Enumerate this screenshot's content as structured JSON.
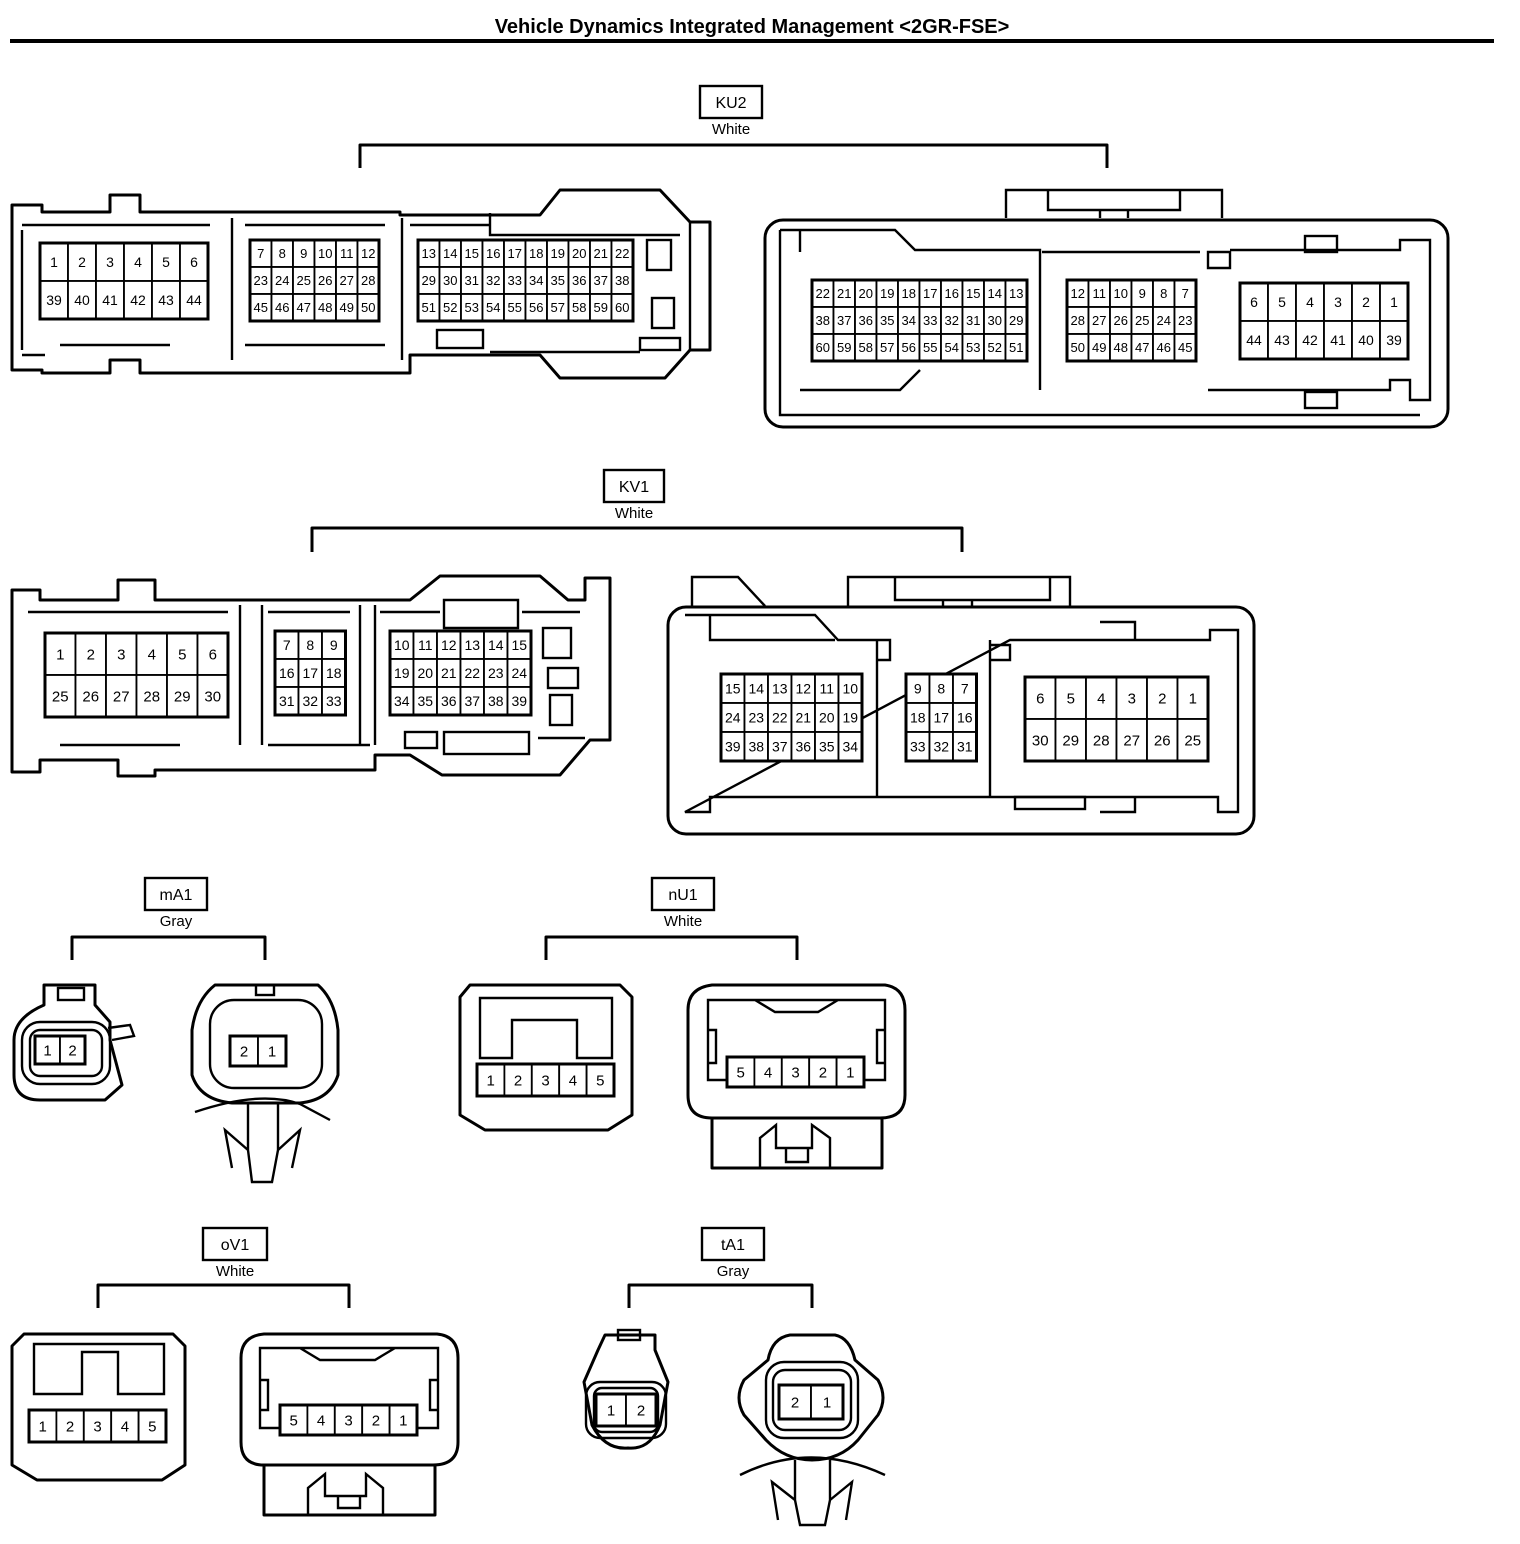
{
  "title": "Vehicle Dynamics Integrated Management <2GR-FSE>",
  "connectors": [
    {
      "code": "KU2",
      "color": "White",
      "left_view": {
        "blocks": [
          {
            "rows": [
              [
                "1",
                "2",
                "3",
                "4",
                "5",
                "6"
              ],
              [
                "39",
                "40",
                "41",
                "42",
                "43",
                "44"
              ]
            ]
          },
          {
            "rows": [
              [
                "7",
                "8",
                "9",
                "10",
                "11",
                "12"
              ],
              [
                "23",
                "24",
                "25",
                "26",
                "27",
                "28"
              ],
              [
                "45",
                "46",
                "47",
                "48",
                "49",
                "50"
              ]
            ]
          },
          {
            "rows": [
              [
                "13",
                "14",
                "15",
                "16",
                "17",
                "18",
                "19",
                "20",
                "21",
                "22"
              ],
              [
                "29",
                "30",
                "31",
                "32",
                "33",
                "34",
                "35",
                "36",
                "37",
                "38"
              ],
              [
                "51",
                "52",
                "53",
                "54",
                "55",
                "56",
                "57",
                "58",
                "59",
                "60"
              ]
            ]
          }
        ]
      },
      "right_view": {
        "blocks": [
          {
            "rows": [
              [
                "22",
                "21",
                "20",
                "19",
                "18",
                "17",
                "16",
                "15",
                "14",
                "13"
              ],
              [
                "38",
                "37",
                "36",
                "35",
                "34",
                "33",
                "32",
                "31",
                "30",
                "29"
              ],
              [
                "60",
                "59",
                "58",
                "57",
                "56",
                "55",
                "54",
                "53",
                "52",
                "51"
              ]
            ]
          },
          {
            "rows": [
              [
                "12",
                "11",
                "10",
                "9",
                "8",
                "7"
              ],
              [
                "28",
                "27",
                "26",
                "25",
                "24",
                "23"
              ],
              [
                "50",
                "49",
                "48",
                "47",
                "46",
                "45"
              ]
            ]
          },
          {
            "rows": [
              [
                "6",
                "5",
                "4",
                "3",
                "2",
                "1"
              ],
              [
                "44",
                "43",
                "42",
                "41",
                "40",
                "39"
              ]
            ]
          }
        ]
      }
    },
    {
      "code": "KV1",
      "color": "White",
      "left_view": {
        "blocks": [
          {
            "rows": [
              [
                "1",
                "2",
                "3",
                "4",
                "5",
                "6"
              ],
              [
                "25",
                "26",
                "27",
                "28",
                "29",
                "30"
              ]
            ]
          },
          {
            "rows": [
              [
                "7",
                "8",
                "9"
              ],
              [
                "16",
                "17",
                "18"
              ],
              [
                "31",
                "32",
                "33"
              ]
            ]
          },
          {
            "rows": [
              [
                "10",
                "11",
                "12",
                "13",
                "14",
                "15"
              ],
              [
                "19",
                "20",
                "21",
                "22",
                "23",
                "24"
              ],
              [
                "34",
                "35",
                "36",
                "37",
                "38",
                "39"
              ]
            ]
          }
        ]
      },
      "right_view": {
        "blocks": [
          {
            "rows": [
              [
                "15",
                "14",
                "13",
                "12",
                "11",
                "10"
              ],
              [
                "24",
                "23",
                "22",
                "21",
                "20",
                "19"
              ],
              [
                "39",
                "38",
                "37",
                "36",
                "35",
                "34"
              ]
            ]
          },
          {
            "rows": [
              [
                "9",
                "8",
                "7"
              ],
              [
                "18",
                "17",
                "16"
              ],
              [
                "33",
                "32",
                "31"
              ]
            ]
          },
          {
            "rows": [
              [
                "6",
                "5",
                "4",
                "3",
                "2",
                "1"
              ],
              [
                "30",
                "29",
                "28",
                "27",
                "26",
                "25"
              ]
            ]
          }
        ]
      }
    },
    {
      "code": "mA1",
      "color": "Gray",
      "left_pins": [
        "1",
        "2"
      ],
      "right_pins": [
        "2",
        "1"
      ]
    },
    {
      "code": "nU1",
      "color": "White",
      "left_pins": [
        "1",
        "2",
        "3",
        "4",
        "5"
      ],
      "right_pins": [
        "5",
        "4",
        "3",
        "2",
        "1"
      ]
    },
    {
      "code": "oV1",
      "color": "White",
      "left_pins": [
        "1",
        "2",
        "3",
        "4",
        "5"
      ],
      "right_pins": [
        "5",
        "4",
        "3",
        "2",
        "1"
      ]
    },
    {
      "code": "tA1",
      "color": "Gray",
      "left_pins": [
        "1",
        "2"
      ],
      "right_pins": [
        "2",
        "1"
      ]
    }
  ]
}
